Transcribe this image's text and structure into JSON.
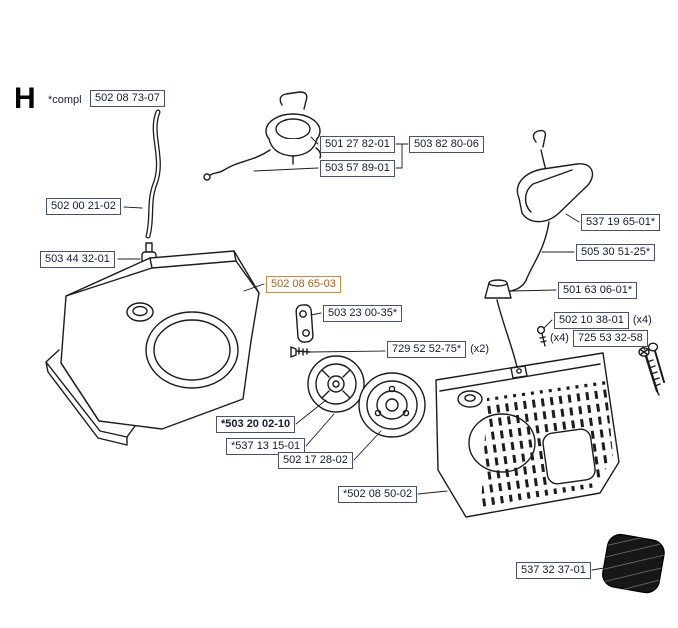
{
  "header": {
    "section": "H",
    "note": "*compl"
  },
  "labels": {
    "assembly": "502 08 73-07",
    "cap_insert": "501 27 82-01",
    "cap_assy": "503 82 80-06",
    "cap_cord": "503 57 89-01",
    "fuel_hose": "502 00 21-02",
    "fuel_filter": "503 44 32-01",
    "tank": "502 08 65-03",
    "clip": "503 23 00-35*",
    "screw_pulley": "729 52 52-75*",
    "screw_pulley_qty": "(x2)",
    "handle": "537 19 65-01*",
    "rope": "505 30 51-25*",
    "rope_guide": "501 63 06-01*",
    "screw_a": "502 10 38-01",
    "screw_a_qty": "(x4)",
    "screw_b_qty": "(x4)",
    "screw_b": "725 53 32-58",
    "pulley": "*503 20 02-10",
    "return_spring": "*537 13 15-01",
    "drum": "502 17 28-02",
    "housing": "*502 08 50-02",
    "pad": "537 32 37-01"
  }
}
